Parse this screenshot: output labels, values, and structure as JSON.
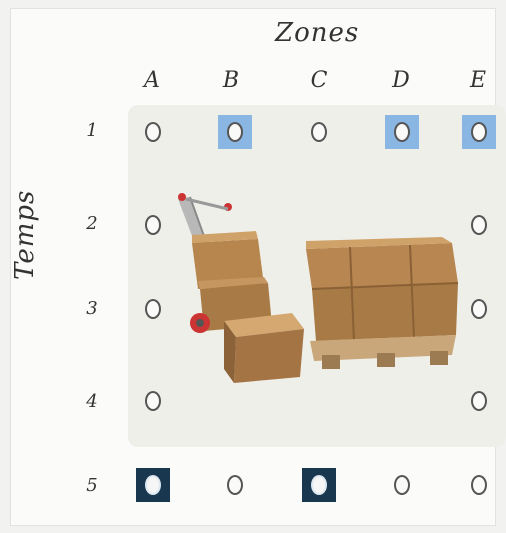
{
  "title": "Zones",
  "y_label": "Temps",
  "columns": [
    "A",
    "B",
    "C",
    "D",
    "E"
  ],
  "rows": [
    "1",
    "2",
    "3",
    "4",
    "5"
  ],
  "colors": {
    "light_highlight": "#8ab6e3",
    "dark_highlight": "#193850"
  },
  "illustration": "hand-truck-and-pallet-of-boxes",
  "grid": [
    [
      "circle",
      "circle-light",
      "circle",
      "circle-light",
      "circle-light"
    ],
    [
      "circle",
      "none",
      "none",
      "none",
      "circle"
    ],
    [
      "circle",
      "none",
      "none",
      "none",
      "circle"
    ],
    [
      "circle",
      "none",
      "none",
      "none",
      "circle"
    ],
    [
      "circle-dark",
      "circle",
      "circle-dark",
      "circle",
      "circle"
    ]
  ]
}
